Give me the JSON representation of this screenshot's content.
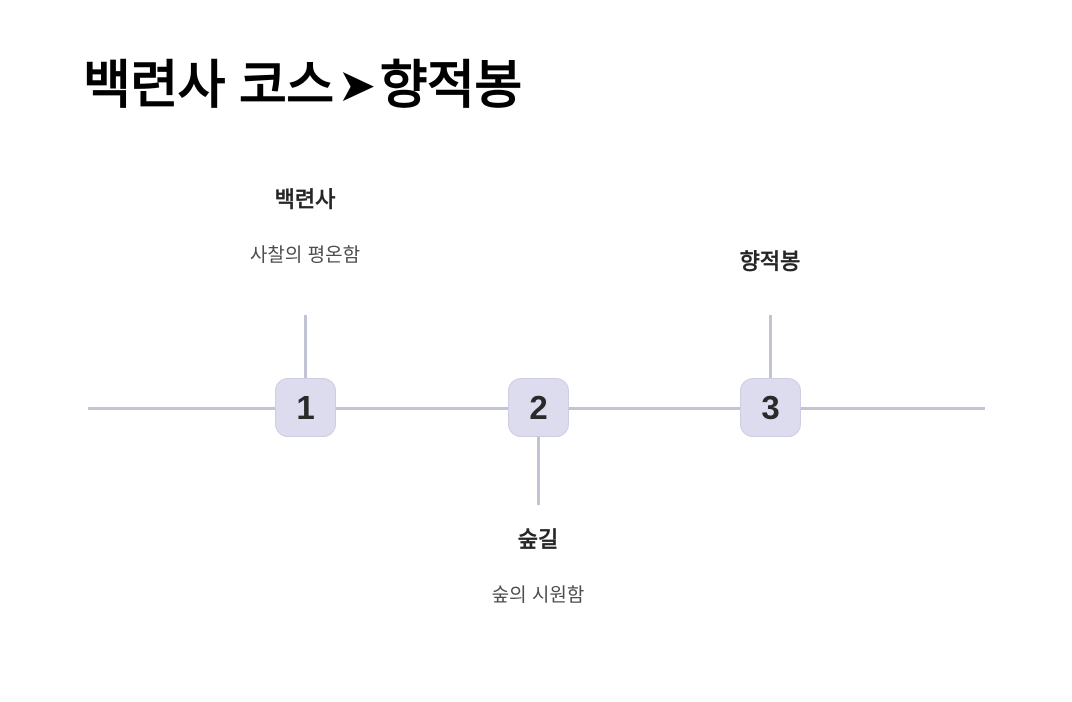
{
  "page": {
    "title_prefix": "백련사 코스",
    "title_arrow": "➤",
    "title_suffix": "향적봉",
    "background_color": "#ffffff"
  },
  "theme": {
    "node_fill": "#dcdcee",
    "node_border": "#cdcde3",
    "line_color": "#c3c3d6",
    "title_color": "#000000",
    "label_color": "#262626",
    "subtitle_color": "#4d4d4d"
  },
  "timeline": {
    "orientation": "horizontal",
    "axis_label": "",
    "nodes": [
      {
        "number": "1",
        "title": "백련사",
        "subtitle": "사찰의 평온함",
        "callout_side": "above"
      },
      {
        "number": "2",
        "title": "숲길",
        "subtitle": "숲의 시원함",
        "callout_side": "below"
      },
      {
        "number": "3",
        "title": "향적봉",
        "subtitle": "",
        "callout_side": "above"
      }
    ]
  }
}
